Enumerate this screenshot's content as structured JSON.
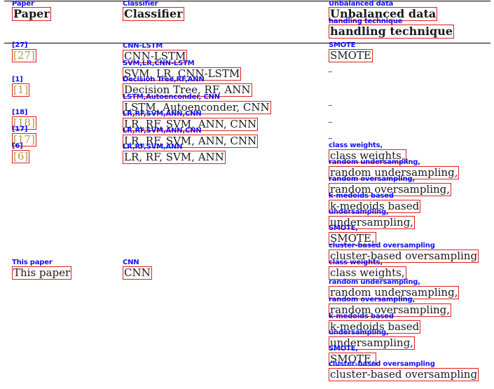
{
  "header": {
    "paper": "Paper",
    "classifier": "Classifier",
    "technique_line1": "Unbalanced data",
    "technique_line2": "handling technique"
  },
  "tags": {
    "paper": "Paper",
    "classifier": "Classifier",
    "technique_line1": "Unbalanced data",
    "technique_line2": "handling technique"
  },
  "rows": [
    {
      "ref": "[27]",
      "classifier": "CNN-LSTM",
      "classifier_tag": "CNN-LSTM",
      "technique": "SMOTE"
    },
    {
      "ref": "",
      "classifier": "SVM, LR, CNN-LSTM",
      "classifier_tag": "SVM,LR,CNN-LSTM",
      "technique": "–"
    },
    {
      "ref": "[1]",
      "classifier": "Decision Tree, RF, ANN",
      "classifier_tag": "Decision Tree,RF,ANN",
      "technique": ""
    },
    {
      "ref": "",
      "classifier": "LSTM, Autoenconder, CNN",
      "classifier_tag": "LSTM,Autoenconder, CNN",
      "technique": "–"
    },
    {
      "ref": "[18]",
      "classifier": "LR, RF, SVM, ANN, CNN",
      "classifier_tag": "LR,RF,SVM,ANN,CNN",
      "technique": "–"
    },
    {
      "ref": "[17]",
      "classifier": "LR, RF, SVM, ANN, CNN",
      "classifier_tag": "LR,RF,SVM,ANN,CNN",
      "technique": "–"
    },
    {
      "ref": "[6]",
      "classifier": "LR, RF, SVM, ANN",
      "classifier_tag": "LR,RF,SVM,ANN",
      "technique": ""
    }
  ],
  "techniques_a": [
    {
      "tag": "class weights,",
      "text": "class weights,"
    },
    {
      "tag": "random undersampling,",
      "text": "random undersampling,"
    },
    {
      "tag": "random oversampling,",
      "text": "random oversampling,"
    },
    {
      "tag": "k-medoids based",
      "text": "k-medoids based"
    },
    {
      "tag": "undersampling,",
      "text": "undersampling,"
    },
    {
      "tag": "SMOTE,",
      "text": "SMOTE,"
    },
    {
      "tag": "cluster-based oversampling",
      "text": "cluster-based oversampling"
    }
  ],
  "this_paper": {
    "ref": "This paper",
    "ref_tag": "This paper",
    "classifier": "CNN",
    "classifier_tag": "CNN"
  },
  "techniques_b": [
    {
      "tag": "class weights,",
      "text": "class weights,"
    },
    {
      "tag": "random undersampling,",
      "text": "random undersampling,"
    },
    {
      "tag": "random oversampling,",
      "text": "random oversampling,"
    },
    {
      "tag": "k-medoids based",
      "text": "k-medoids based"
    },
    {
      "tag": "undersampling,",
      "text": "undersampling,"
    },
    {
      "tag": "SMOTE,",
      "text": "SMOTE,"
    },
    {
      "tag": "cluster-based oversampling",
      "text": "cluster-based oversampling"
    }
  ]
}
